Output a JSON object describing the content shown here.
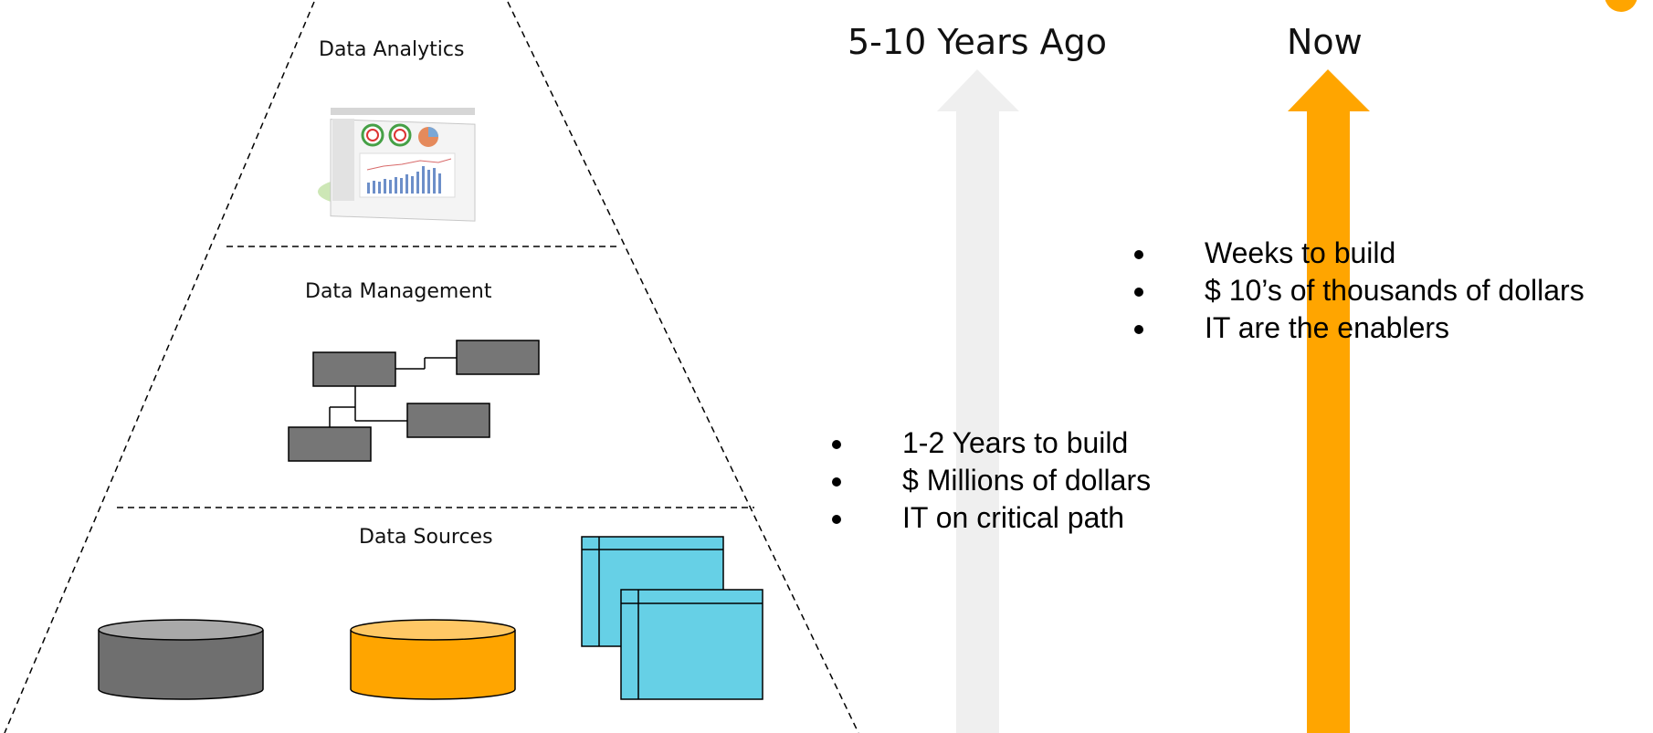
{
  "pyramid": {
    "layers": [
      {
        "label": "Data Analytics"
      },
      {
        "label": "Data Management"
      },
      {
        "label": "Data Sources"
      }
    ]
  },
  "columns": [
    {
      "heading": "5-10 Years Ago",
      "arrow_color": "#efefef",
      "bullets": [
        "1-2 Years to build",
        "$ Millions of dollars",
        "IT on critical path"
      ]
    },
    {
      "heading": "Now",
      "arrow_color": "#ffa500",
      "bullets": [
        "Weeks to build",
        "$ 10’s of thousands of dollars",
        "IT are the enablers"
      ]
    }
  ],
  "icons": {
    "dashboard": "dashboard-screenshot-icon",
    "data_model": "entity-diagram-icon",
    "databases": [
      "gray-database-icon",
      "orange-database-icon"
    ],
    "tables": "spreadsheet-tables-icon"
  },
  "colors": {
    "database_gray": "#6f6f6f",
    "database_orange": "#ffa500",
    "table_blue": "#66d0e6",
    "entity_gray": "#767676"
  }
}
